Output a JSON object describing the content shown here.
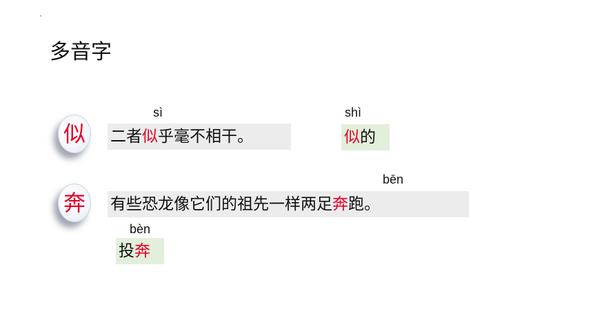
{
  "title": "多音字",
  "groups": [
    {
      "char": "似",
      "sentence": {
        "before": "二者",
        "highlight": "似",
        "after": "乎毫不相干。"
      },
      "sentence_pinyin": "sì",
      "word": {
        "before": "",
        "highlight": "似",
        "after": "的"
      },
      "word_pinyin": "shì"
    },
    {
      "char": "奔",
      "sentence": {
        "before": "有些恐龙像它们的祖先一样两足",
        "highlight": "奔",
        "after": "跑。"
      },
      "sentence_pinyin": "bēn",
      "word": {
        "before": "投",
        "highlight": "奔",
        "after": ""
      },
      "word_pinyin": "bèn"
    }
  ],
  "colors": {
    "highlight": "#e4002b",
    "sentence_bg": "#ececec",
    "word_bg": "#e2efda"
  }
}
